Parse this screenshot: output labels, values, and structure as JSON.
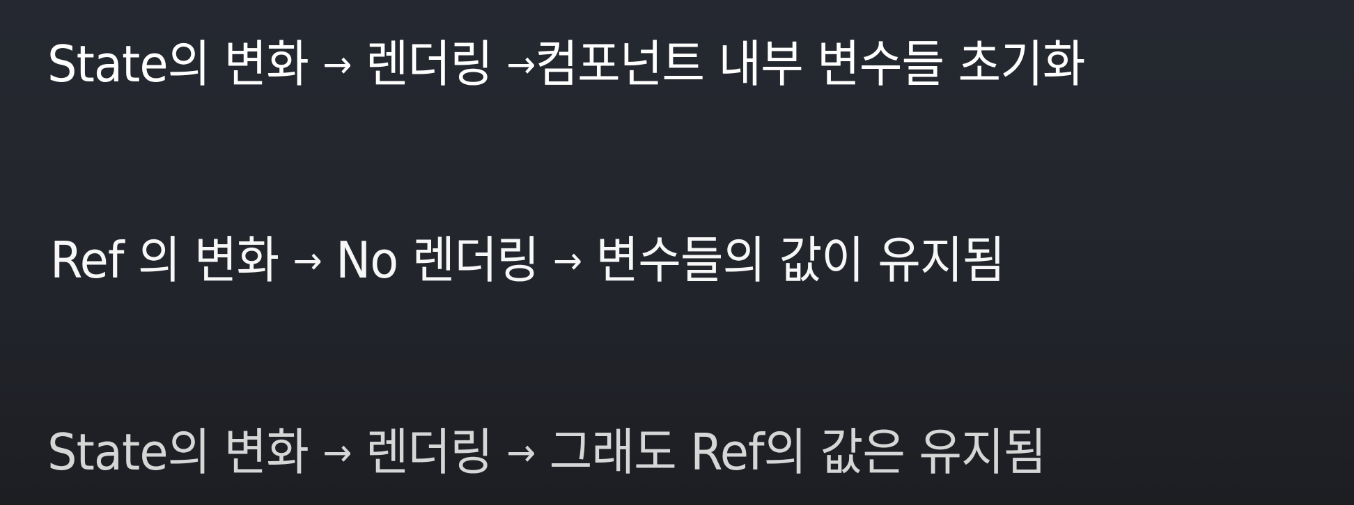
{
  "slide": {
    "background_colors": [
      "#252830",
      "#1c1e22"
    ],
    "lines": [
      {
        "color": "#ffffff",
        "parts": [
          "State의 변화",
          "→",
          "렌더링",
          "→",
          "컴포넌트 내부 변수들 초기화"
        ],
        "full_text": "State의 변화 → 렌더링 →컴포넌트 내부 변수들 초기화"
      },
      {
        "color": "#f7f7f7",
        "parts": [
          "Ref 의 변화",
          "→",
          "No 렌더링",
          "→",
          "변수들의 값이 유지됨"
        ],
        "full_text": "Ref 의 변화 → No 렌더링 → 변수들의 값이 유지됨"
      },
      {
        "color": "#d6d6d6",
        "parts": [
          "State의 변화",
          "→",
          "렌더링",
          "→",
          "그래도 Ref의 값은 유지됨"
        ],
        "full_text": "State의 변화 → 렌더링 → 그래도 Ref의 값은 유지됨"
      }
    ]
  }
}
